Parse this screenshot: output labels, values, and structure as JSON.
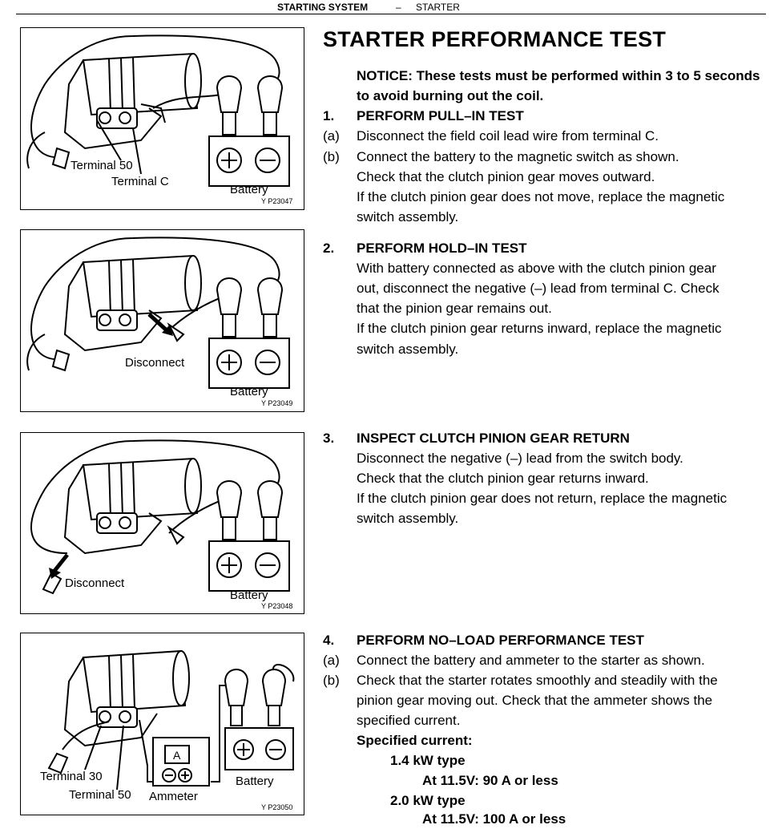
{
  "header": {
    "section": "STARTING SYSTEM",
    "dash": "–",
    "subsection": "STARTER"
  },
  "title": "STARTER PERFORMANCE TEST",
  "notice": {
    "line1": "NOTICE: These tests must be performed within 3 to 5 seconds",
    "line2": "to avoid burning out the coil."
  },
  "steps": {
    "s1": {
      "num": "1.",
      "heading": "PERFORM PULL–IN TEST",
      "a_label": "(a)",
      "a_text": "Disconnect the field coil lead wire from terminal C.",
      "b_label": "(b)",
      "b_text": "Connect the battery to the magnetic switch as shown.",
      "check": "Check that the clutch pinion gear moves outward.",
      "if1": "If the clutch pinion gear does not move, replace the magnetic",
      "if2": "switch assembly."
    },
    "s2": {
      "num": "2.",
      "heading": "PERFORM HOLD–IN TEST",
      "l1": "With battery connected as above with the clutch pinion gear",
      "l2": "out, disconnect the negative (–) lead from terminal C. Check",
      "l3": "that the pinion gear remains out.",
      "l4": "If the clutch pinion gear returns inward, replace the magnetic",
      "l5": "switch assembly."
    },
    "s3": {
      "num": "3.",
      "heading": "INSPECT CLUTCH PINION GEAR RETURN",
      "l1": "Disconnect the negative (–) lead from the switch body.",
      "l2": "Check that the clutch pinion gear returns inward.",
      "l3": "If the clutch pinion gear does not return, replace the magnetic",
      "l4": "switch assembly."
    },
    "s4": {
      "num": "4.",
      "heading": "PERFORM NO–LOAD PERFORMANCE TEST",
      "a_label": "(a)",
      "a_text": "Connect the battery and ammeter to the starter as shown.",
      "b_label": "(b)",
      "b1": "Check that the starter rotates smoothly and steadily with the",
      "b2": "pinion gear moving out. Check that the ammeter shows the",
      "b3": "specified current.",
      "spec": "Specified current:",
      "t1": "1.4 kW type",
      "t1v": "At 11.5V: 90 A or less",
      "t2": "2.0 kW type",
      "t2v": "At 11.5V: 100 A or less"
    }
  },
  "figures": {
    "f1": {
      "terminal50": "Terminal 50",
      "terminalC": "Terminal C",
      "battery": "Battery",
      "code": "Y P23047"
    },
    "f2": {
      "disconnect": "Disconnect",
      "battery": "Battery",
      "code": "Y P23049"
    },
    "f3": {
      "disconnect": "Disconnect",
      "battery": "Battery",
      "code": "Y P23048"
    },
    "f4": {
      "terminal30": "Terminal 30",
      "terminal50": "Terminal 50",
      "ammeter": "Ammeter",
      "ammeter_symbol": "A",
      "battery": "Battery",
      "code": "Y P23050"
    }
  }
}
